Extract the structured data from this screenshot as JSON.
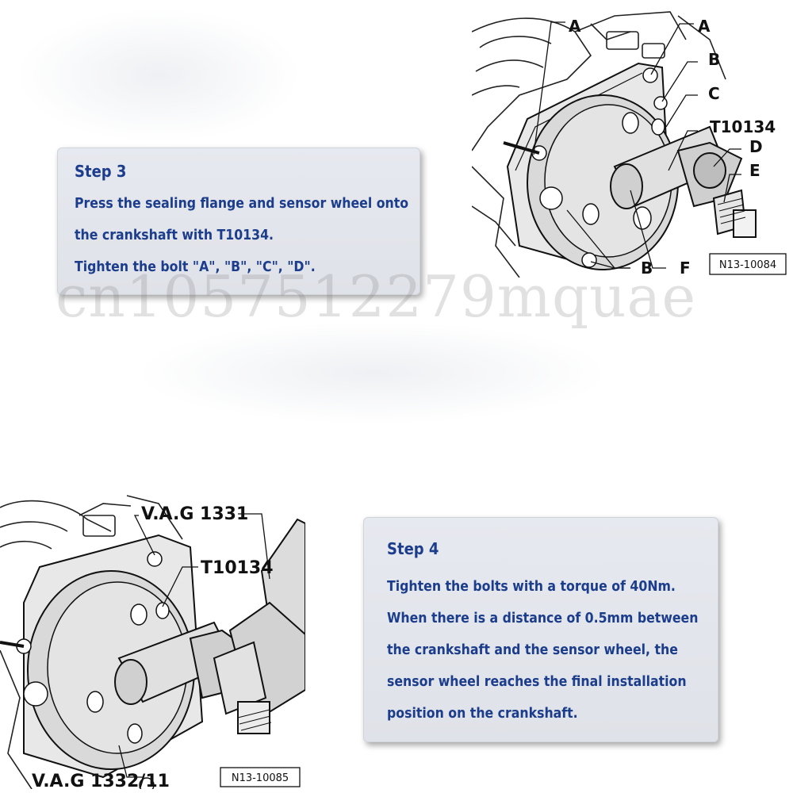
{
  "step3": {
    "title": "Step 3",
    "lines": [
      "Press the sealing flange and sensor wheel onto",
      "the crankshaft with T10134.",
      "Tighten the bolt \"A\", \"B\", \"C\", \"D\"."
    ]
  },
  "step4": {
    "title": "Step 4",
    "lines": [
      "Tighten the bolts with a torque of 40Nm.",
      "When there is a distance of 0.5mm between",
      "the crankshaft and the sensor wheel, the",
      "sensor wheel reaches the final installation",
      "position on the crankshaft."
    ]
  },
  "figure_top": {
    "labels": {
      "a_left": "A",
      "a_right": "A",
      "b_top": "B",
      "c": "C",
      "tool": "T10134",
      "d": "D",
      "e": "E",
      "b_bottom": "B",
      "f": "F"
    },
    "ref": "N13-10084"
  },
  "figure_bottom": {
    "labels": {
      "wrench": "V.A.G 1331",
      "tool": "T10134",
      "holder": "V.A.G 1332/11"
    },
    "ref": "N13-10085"
  },
  "watermark": "cn1057512279mquae"
}
